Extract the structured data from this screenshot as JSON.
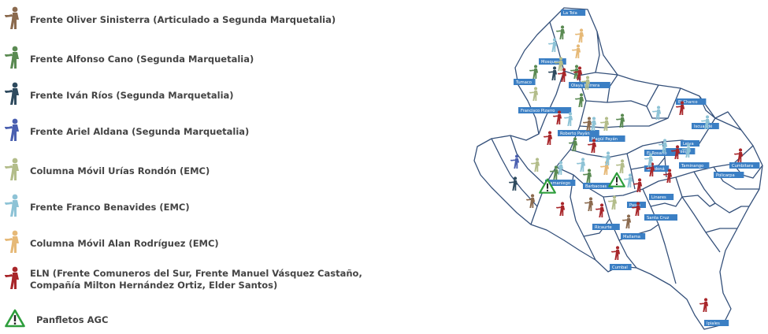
{
  "legend": [
    {
      "label": "Frente Oliver Sinisterra (Articulado a Segunda Marquetalia)",
      "color": "#8b6a4e",
      "icon": "armed-figure-icon"
    },
    {
      "label": "Frente Alfonso Cano (Segunda Marquetalia)",
      "color": "#5a8a52",
      "icon": "armed-figure-icon"
    },
    {
      "label": "Frente Iván Ríos (Segunda Marquetalia)",
      "color": "#2e4a5e",
      "icon": "armed-figure-icon"
    },
    {
      "label": "Frente Ariel Aldana (Segunda Marquetalia)",
      "color": "#4a5fb0",
      "icon": "armed-figure-icon"
    },
    {
      "label": "Columna Móvil Urías Rondón (EMC)",
      "color": "#b3bd8a",
      "icon": "armed-figure-icon"
    },
    {
      "label": "Frente Franco Benavides (EMC)",
      "color": "#8ec3d6",
      "icon": "armed-figure-icon"
    },
    {
      "label": "Columna Móvil Alan Rodríguez (EMC)",
      "color": "#e6b977",
      "icon": "armed-figure-icon"
    },
    {
      "label": "ELN (Frente Comuneros del Sur, Frente Manuel Vásquez Castaño, Compañía Milton Hernández Ortiz, Elder Santos)",
      "color": "#a8262a",
      "icon": "armed-figure-icon"
    },
    {
      "label": "Panfletos AGC",
      "color": "#2e9e3c",
      "icon": "warning-triangle-icon"
    }
  ],
  "map": {
    "border_color": "#34507a",
    "label_color": "#3b7fc4",
    "labels": [
      "La Tola",
      "Mosquera",
      "Olaya Herrera",
      "Tumaco",
      "Francisco Pizarro",
      "Roberto Payán",
      "Magüí Payán",
      "El Charco",
      "Iscuandé",
      "Barbacoas",
      "Samaniego",
      "Ricaurte",
      "Mallama",
      "Cumbal",
      "Ipiales",
      "Santa Cruz",
      "Linares",
      "Sandoná",
      "Samaniego",
      "Policarpa",
      "Cumbitara",
      "Leiva",
      "El Rosario",
      "Taminango",
      "Pasto"
    ]
  }
}
